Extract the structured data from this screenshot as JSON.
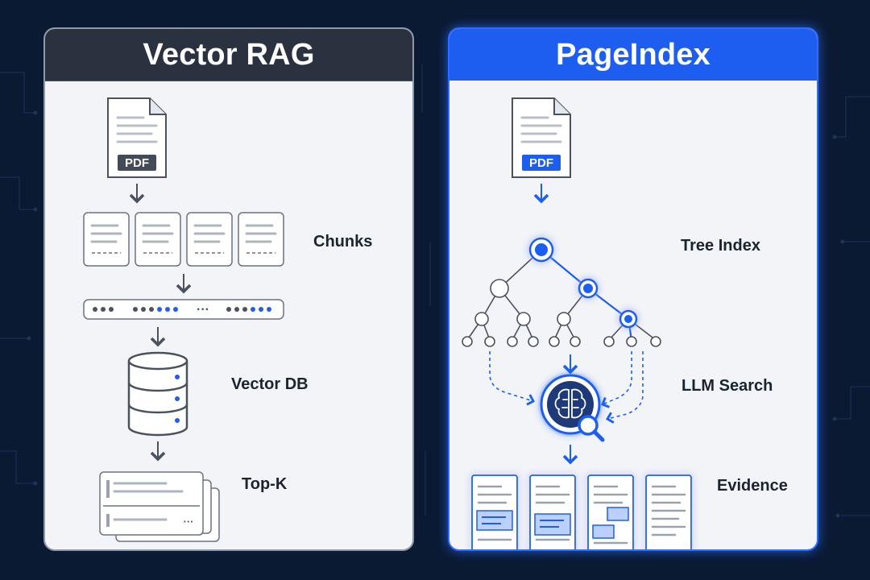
{
  "left_panel": {
    "title": "Vector RAG",
    "doc_tag": "PDF",
    "steps": [
      "Chunks",
      "Vector DB",
      "Top-K"
    ],
    "vector_ellipsis": "···",
    "topk_ellipsis": "···"
  },
  "right_panel": {
    "title": "PageIndex",
    "doc_tag": "PDF",
    "steps": [
      "Tree Index",
      "LLM Search",
      "Evidence"
    ]
  },
  "colors": {
    "accent": "#1d5ef0",
    "dark": "#2a3240",
    "arrow": "#4a5260",
    "panel_bg": "#f2f4f8"
  },
  "icons": [
    "pdf-document-icon",
    "database-icon",
    "brain-search-icon",
    "tree-icon"
  ]
}
